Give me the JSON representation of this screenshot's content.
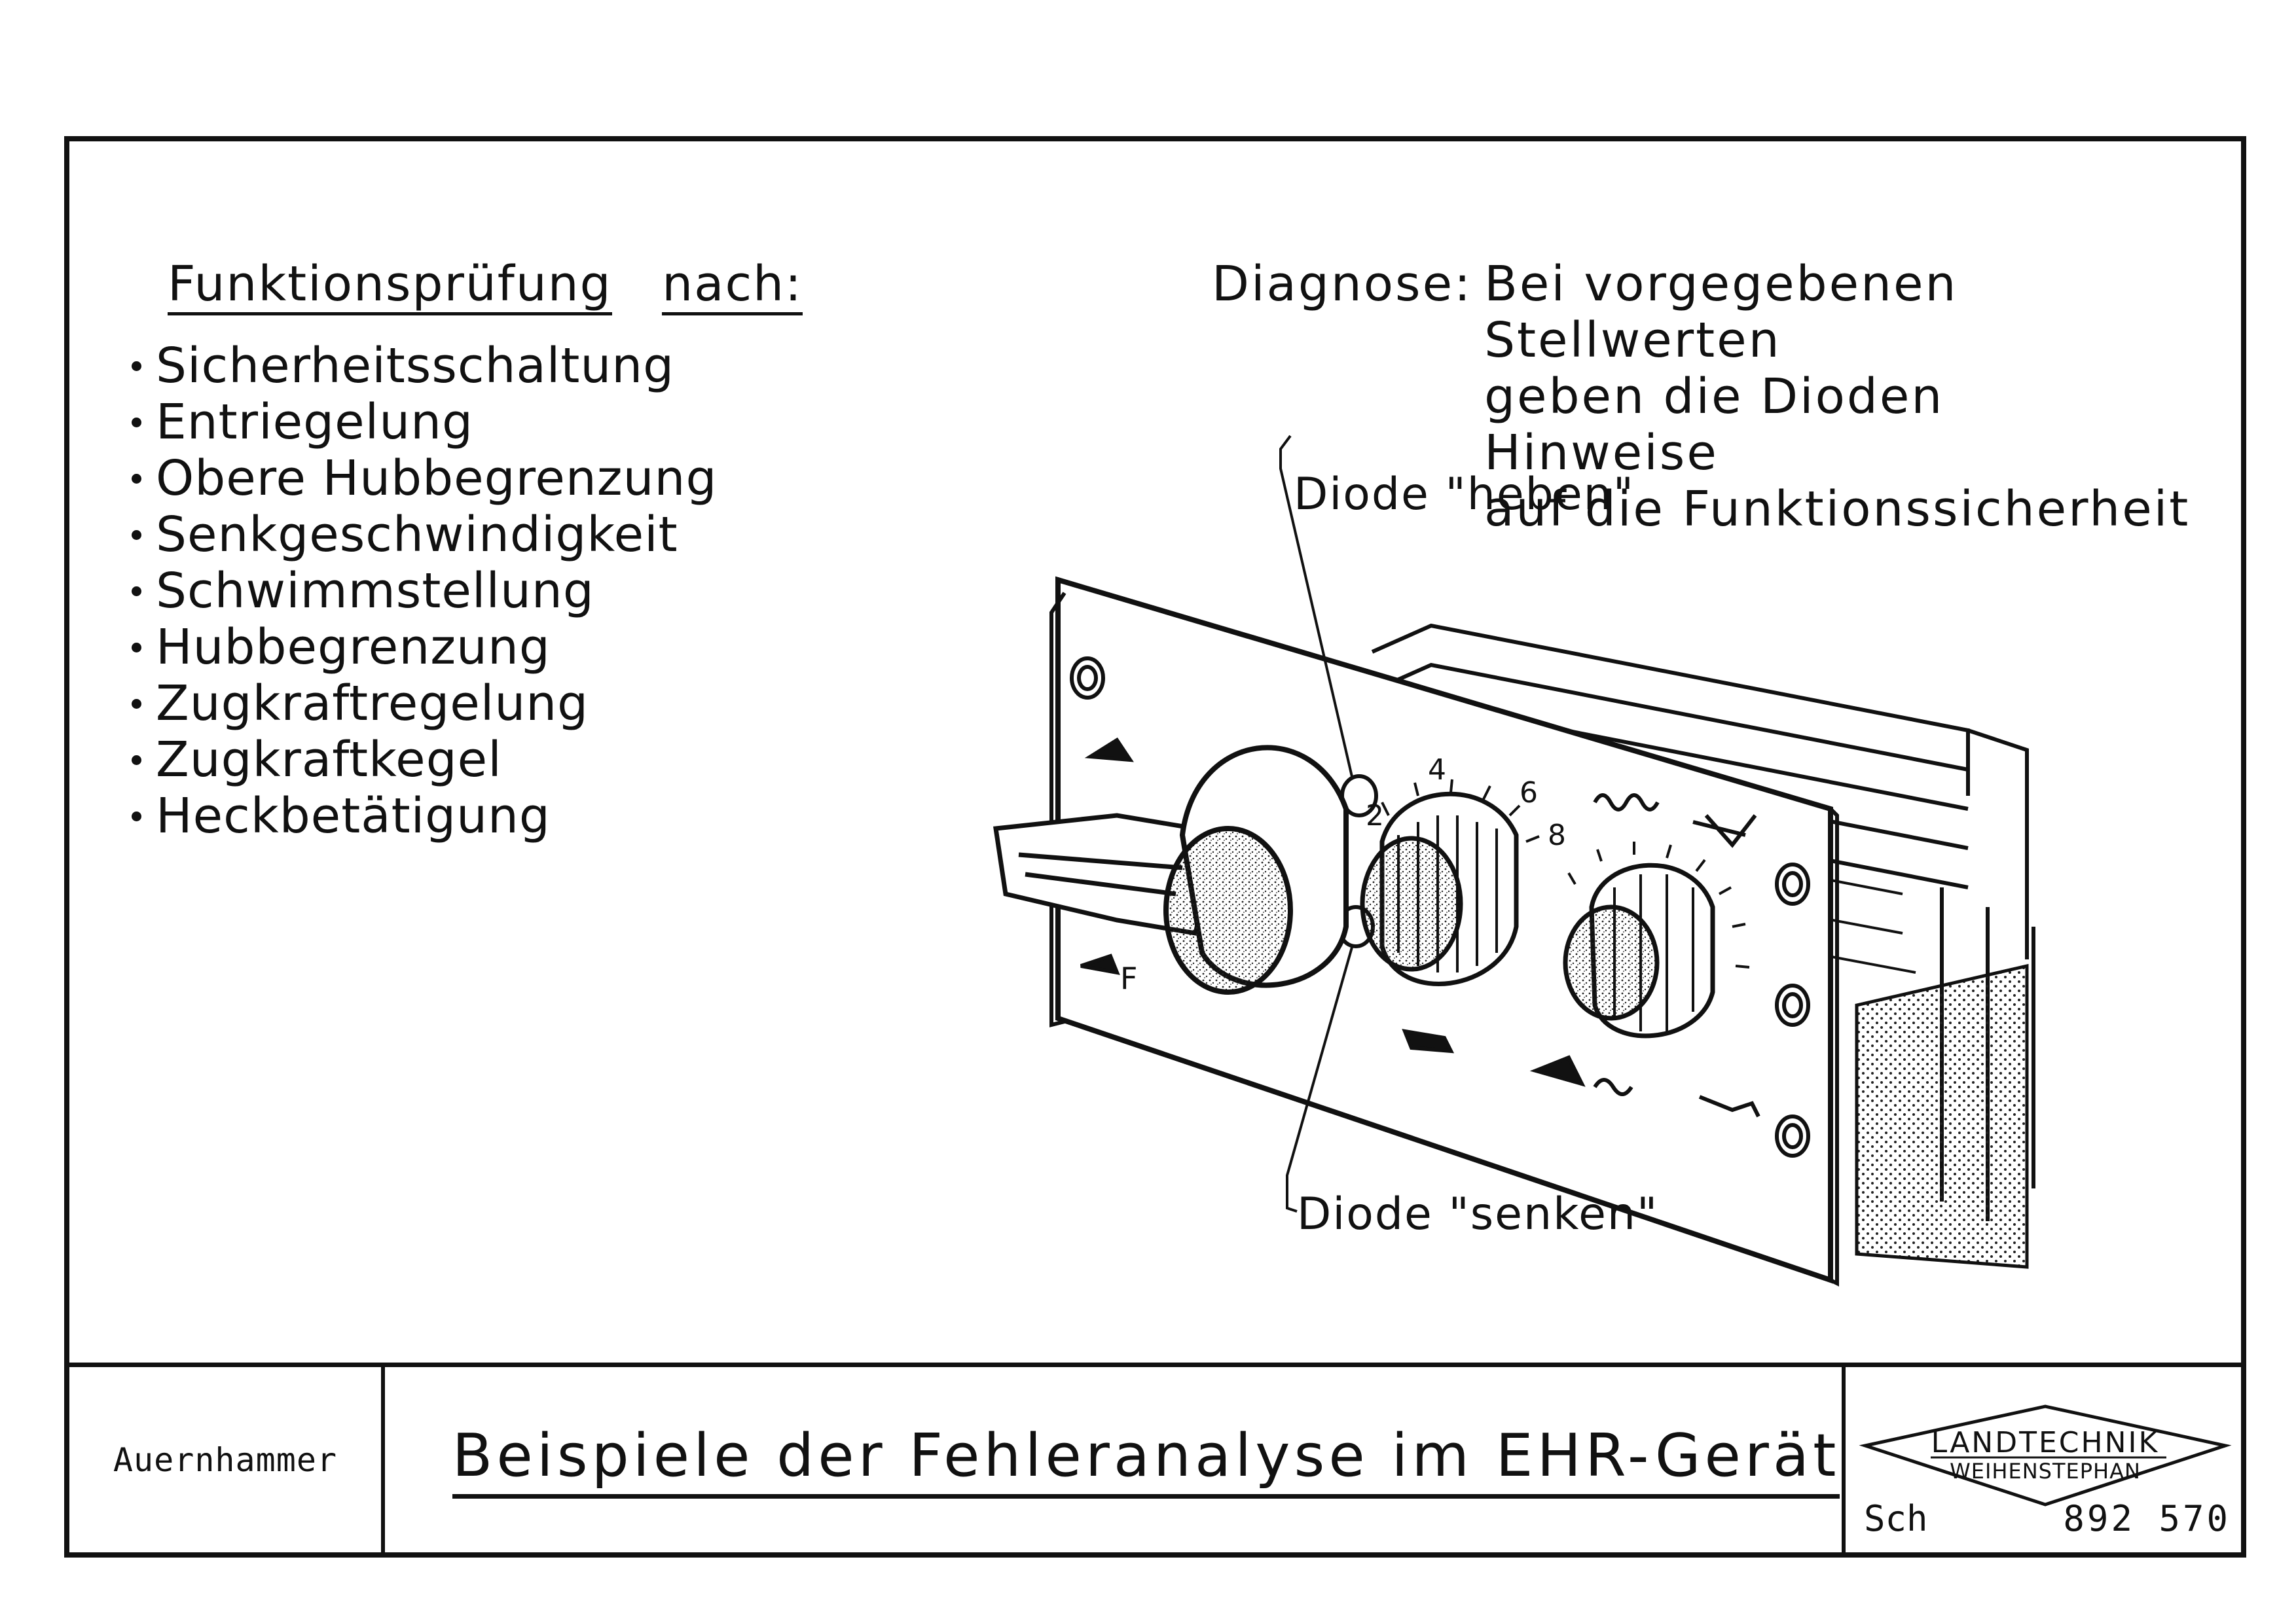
{
  "heading": {
    "part1": "Funktionsprüfung",
    "part2": "nach:"
  },
  "checks": [
    "Sicherheitsschaltung",
    "Entriegelung",
    "Obere Hubbegrenzung",
    "Senkgeschwindigkeit",
    "Schwimmstellung",
    "Hubbegrenzung",
    "Zugkraftregelung",
    "Zugkraftkegel",
    "Heckbetätigung"
  ],
  "diagnose": {
    "label": "Diagnose:",
    "text": "Bei vorgegebenen Stellwerten\ngeben die Dioden Hinweise\nauf die Funktionssicherheit"
  },
  "callouts": {
    "heben": "Diode \"heben\"",
    "senken": "Diode \"senken\""
  },
  "dial_marks": {
    "scale": [
      "2",
      "4",
      "6",
      "8"
    ],
    "f_label": "F"
  },
  "footer": {
    "author": "Auernhammer",
    "title": "Beispiele der Fehleranalyse im EHR-Gerät",
    "logo_line1": "LANDTECHNIK",
    "logo_line2": "WEIHENSTEPHAN",
    "series": "Sch",
    "doc_number": "892 570"
  }
}
